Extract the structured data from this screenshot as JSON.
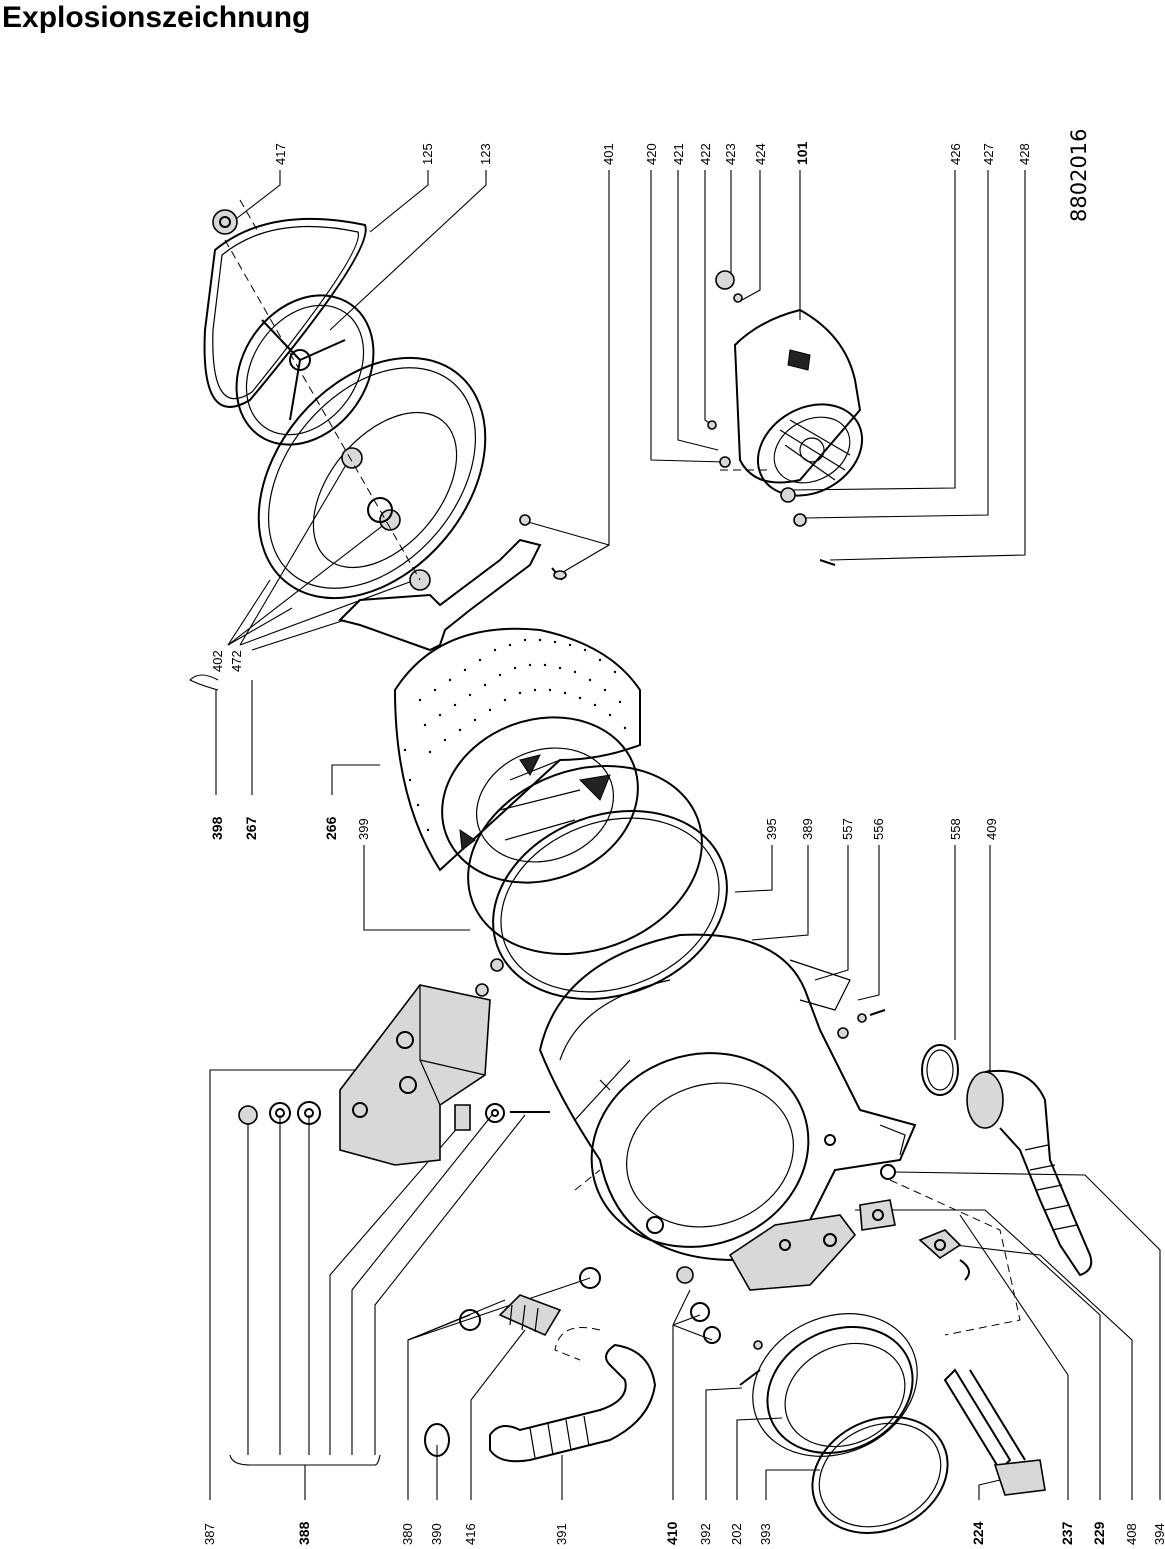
{
  "title": "Explosionszeichnung",
  "drawing_number": "8802016",
  "labels": {
    "l417": "417",
    "l125": "125",
    "l123": "123",
    "l401": "401",
    "l420": "420",
    "l421": "421",
    "l422": "422",
    "l423": "423",
    "l424": "424",
    "l101": "101",
    "l426": "426",
    "l427": "427",
    "l428": "428",
    "l402": "402",
    "l472": "472",
    "l398": "398",
    "l267": "267",
    "l266": "266",
    "l399": "399",
    "l395": "395",
    "l389": "389",
    "l557": "557",
    "l556": "556",
    "l558": "558",
    "l409": "409",
    "l387": "387",
    "l388": "388",
    "l380": "380",
    "l390": "390",
    "l416": "416",
    "l391": "391",
    "l410": "410",
    "l392": "392",
    "l202": "202",
    "l393": "393",
    "l224": "224",
    "l237": "237",
    "l229": "229",
    "l408": "408",
    "l394": "394"
  }
}
